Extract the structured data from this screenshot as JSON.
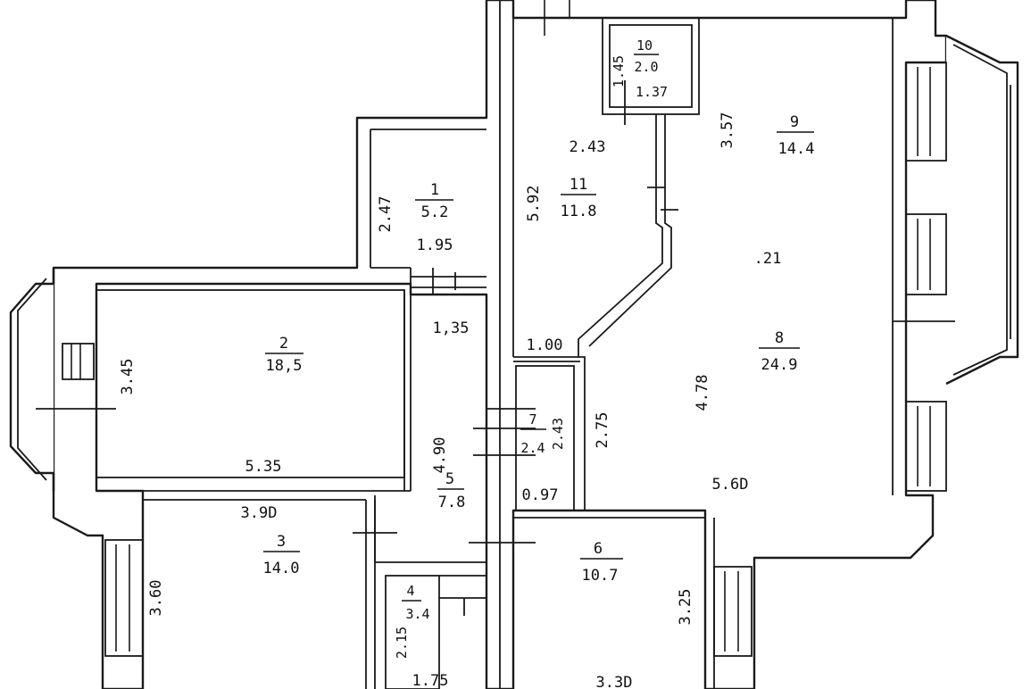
{
  "rooms": [
    {
      "id": "room-1",
      "number": "1",
      "area": "5.2"
    },
    {
      "id": "room-2",
      "number": "2",
      "area": "18,5"
    },
    {
      "id": "room-3",
      "number": "3",
      "area": "14.0"
    },
    {
      "id": "room-4",
      "number": "4",
      "area": "3.4"
    },
    {
      "id": "room-5",
      "number": "5",
      "area": "7.8"
    },
    {
      "id": "room-6",
      "number": "6",
      "area": "10.7"
    },
    {
      "id": "room-7",
      "number": "7",
      "area": "2.4"
    },
    {
      "id": "room-8",
      "number": "8",
      "area": "24.9"
    },
    {
      "id": "room-9",
      "number": "9",
      "area": "14.4"
    },
    {
      "id": "room-10",
      "number": "10",
      "area": "2.0"
    },
    {
      "id": "room-11",
      "number": "11",
      "area": "11.8"
    }
  ],
  "dimensions": {
    "d_2_47": "2.47",
    "d_1_95": "1.95",
    "d_3_45": "3.45",
    "d_5_35": "5.35",
    "d_3_90": "3.9D",
    "d_1_35": "1,35",
    "d_4_90": "4.90",
    "d_3_60": "3.60",
    "d_2_15": "2.15",
    "d_1_75": "1.75",
    "d_5_92": "5.92",
    "d_2_43_top": "2.43",
    "d_1_45": "1.45",
    "d_1_37": "1.37",
    "d_3_57": "3.57",
    "d_2_1": ".21",
    "d_1_00": "1.00",
    "d_2_75": "2.75",
    "d_4_78": "4.78",
    "d_2_43_mid": "2.43",
    "d_0_97": "0.97",
    "d_5_60": "5.6D",
    "d_3_25": "3.25",
    "d_3_30": "3.3D"
  }
}
